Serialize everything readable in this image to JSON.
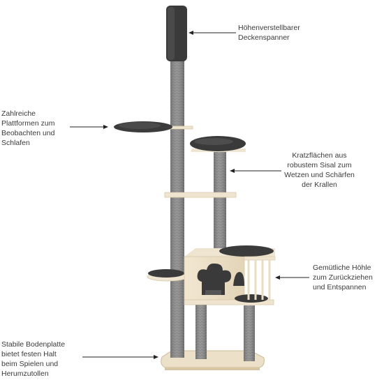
{
  "product": {
    "name": "",
    "colors": {
      "sisal": "#8c8c8c",
      "sisal_dark": "#6f6f6f",
      "plush": "#3c3c3c",
      "plush_dark": "#2a2a2a",
      "wood": "#efe4cf",
      "wood_edge": "#d7c8a8",
      "arrow": "#222222",
      "text": "#3a3a3a"
    }
  },
  "annotations": [
    {
      "id": "ceiling",
      "text": "Höhenverstellbarer\nDeckenspanner"
    },
    {
      "id": "platforms",
      "text": "Zahlreiche\nPlattformen zum\nBeobachten und\nSchlafen"
    },
    {
      "id": "sisal",
      "text": "Kratzflächen aus\nrobustem Sisal zum\nWetzen und Schärfen\nder Krallen"
    },
    {
      "id": "cave",
      "text": "Gemütliche Höhle\nzum Zurückziehen\nund Entspannen"
    },
    {
      "id": "base",
      "text": "Stabile Bodenplatte\nbietet festen Halt\nbeim Spielen und\nHerumzutollen"
    }
  ]
}
